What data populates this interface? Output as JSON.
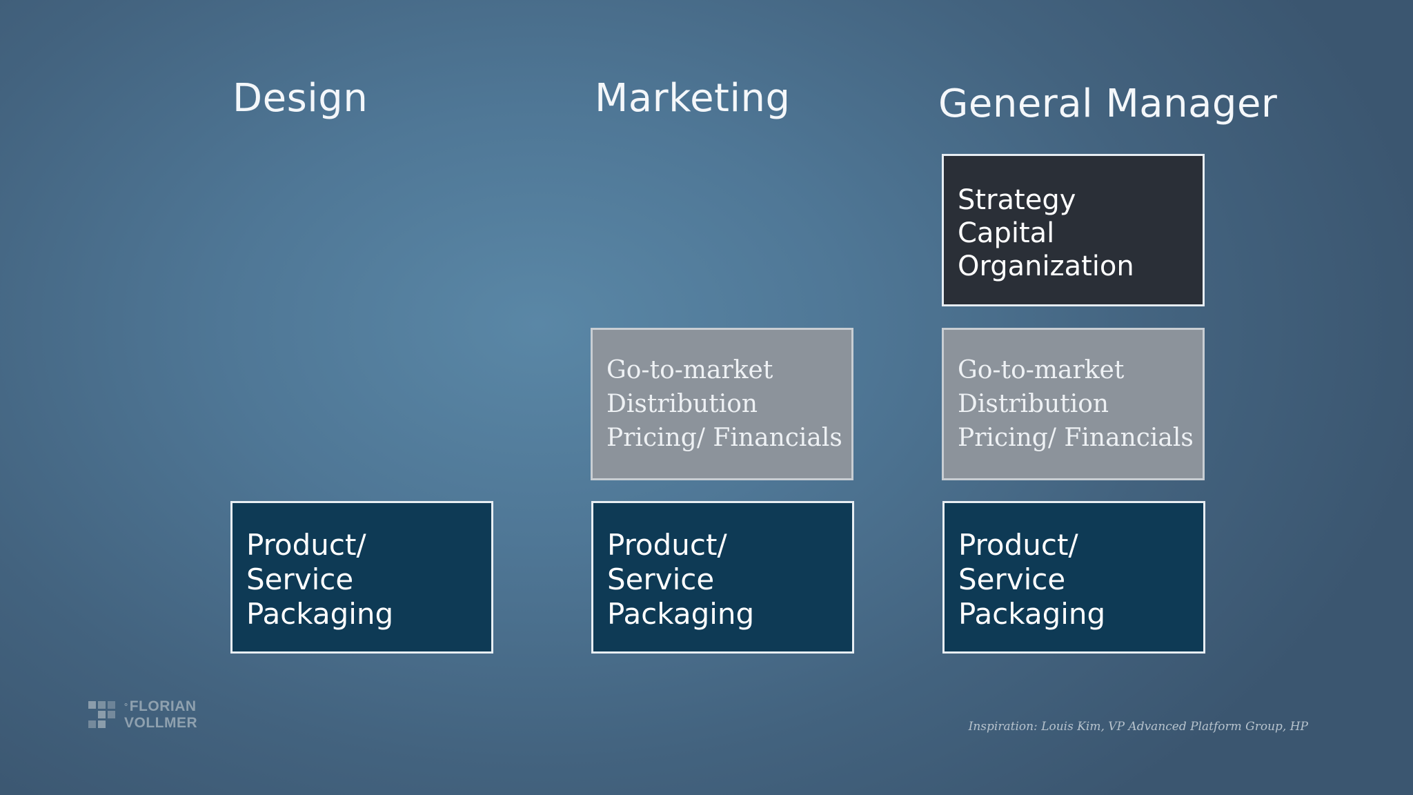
{
  "columns": [
    {
      "heading": "Design",
      "boxes": {
        "product": [
          "Product/",
          "Service",
          "Packaging"
        ]
      }
    },
    {
      "heading": "Marketing",
      "boxes": {
        "market": [
          "Go-to-market",
          "Distribution",
          "Pricing/ Financials"
        ],
        "product": [
          "Product/",
          "Service",
          "Packaging"
        ]
      }
    },
    {
      "heading": "General Manager",
      "boxes": {
        "strategy": [
          "Strategy",
          "Capital",
          "Organization"
        ],
        "market": [
          "Go-to-market",
          "Distribution",
          "Pricing/ Financials"
        ],
        "product": [
          "Product/",
          "Service",
          "Packaging"
        ]
      }
    }
  ],
  "logo": {
    "line1": "FLORIAN",
    "line2": "VOLLMER"
  },
  "credit": "Inspiration: Louis Kim, VP Advanced Platform Group, HP",
  "colors": {
    "strategy_box": "#2a2f37",
    "market_box": "#8c939b",
    "product_box": "#0e3a55"
  }
}
